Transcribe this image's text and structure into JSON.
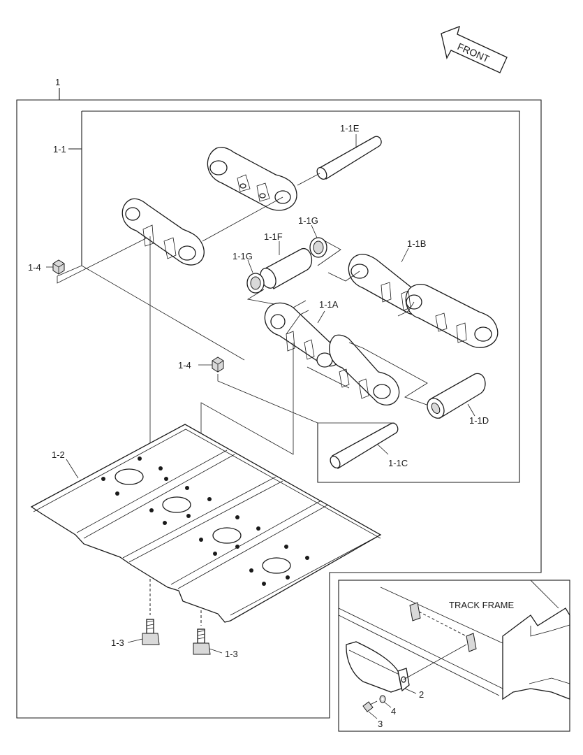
{
  "direction_arrow": {
    "label": "FRONT"
  },
  "inset": {
    "title": "TRACK FRAME"
  },
  "callouts": {
    "assembly": "1",
    "link_assembly": "1-1",
    "link_1a": "1-1A",
    "link_1b": "1-1B",
    "pin_1c": "1-1C",
    "bushing_1d": "1-1D",
    "pin_1e": "1-1E",
    "bushing_1f": "1-1F",
    "seal_1g_upper": "1-1G",
    "seal_1g_lower": "1-1G",
    "shoe": "1-2",
    "bolt_left": "1-3",
    "bolt_right": "1-3",
    "nut_upper": "1-4",
    "nut_lower": "1-4",
    "inset_guard": "2",
    "inset_bolt": "3",
    "inset_washer": "4"
  }
}
